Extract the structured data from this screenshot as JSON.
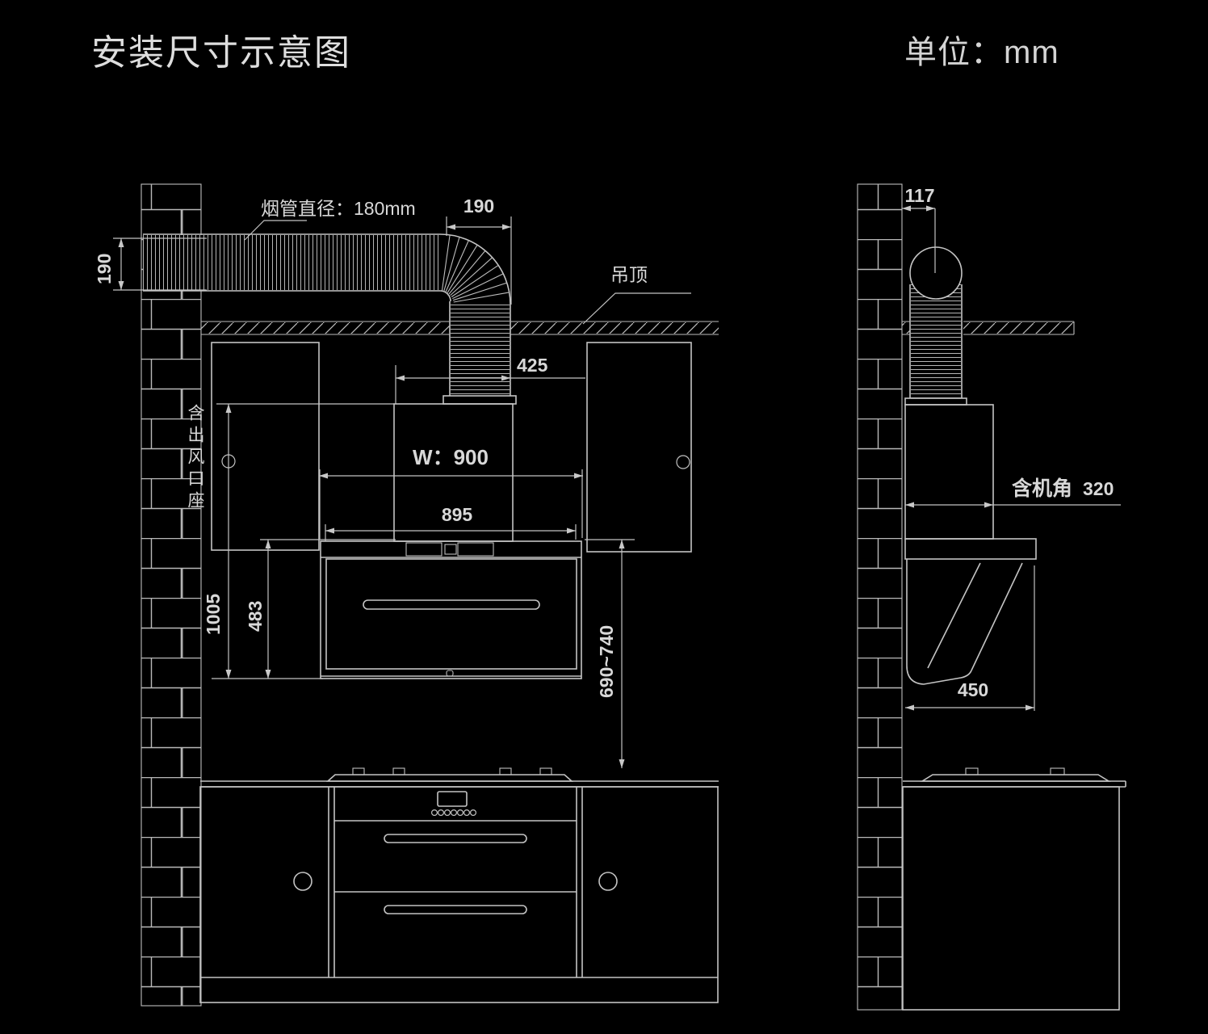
{
  "header": {
    "title": "安装尺寸示意图",
    "unit_label": "单位：mm"
  },
  "front_view": {
    "duct_diameter_label": "烟管直径：180mm",
    "ceiling_label": "吊顶",
    "outlet_seat_label": "含出风口座",
    "dims": {
      "duct_height": "190",
      "duct_top_width": "190",
      "flue_offset": "425",
      "hood_width": "W：900",
      "body_width": "895",
      "total_height": "1005",
      "body_height": "483",
      "install_height": "690~740"
    }
  },
  "side_view": {
    "wall_to_duct_center": "117",
    "depth_label": "含机角",
    "depth_value": "320",
    "bottom_depth": "450"
  },
  "colors": {
    "background": "#000000",
    "line": "#c4c4c4",
    "text": "#d8d8d8"
  }
}
